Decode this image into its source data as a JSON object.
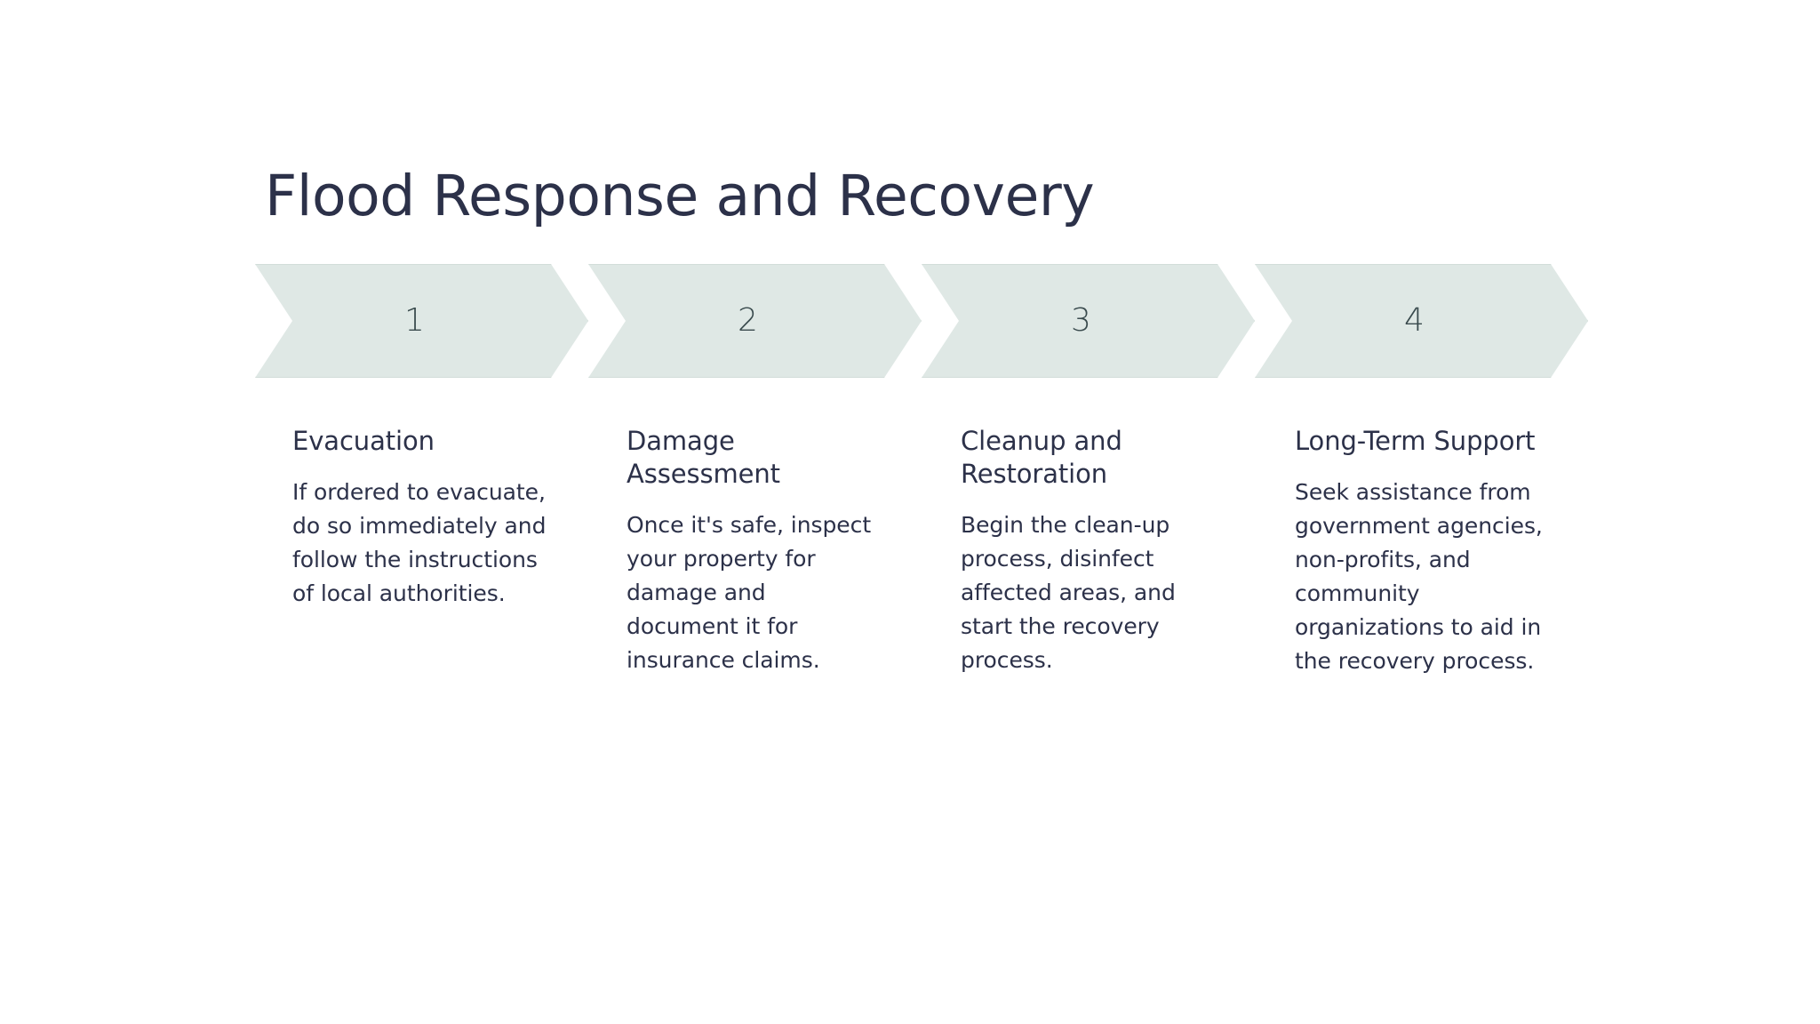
{
  "slide": {
    "title": "Flood Response and Recovery",
    "background_color": "#ffffff",
    "title_color": "#2c3149",
    "chevron_fill": "#dfe8e5",
    "chevron_border": "#d2ddd9",
    "chevron_number_color": "#394a4d",
    "body_text_color": "#2c3149"
  },
  "steps": [
    {
      "number": "1",
      "heading": "Evacuation",
      "body": "If ordered to evacuate, do so immediately and follow the instructions of local authorities."
    },
    {
      "number": "2",
      "heading": "Damage Assessment",
      "body": "Once it's safe, inspect your property for damage and document it for insurance claims."
    },
    {
      "number": "3",
      "heading": "Cleanup and Restoration",
      "body": "Begin the clean-up process, disinfect affected areas, and start the recovery process."
    },
    {
      "number": "4",
      "heading": "Long-Term Support",
      "body": "Seek assistance from government agencies, non-profits, and community organizations to aid in the recovery process."
    }
  ]
}
